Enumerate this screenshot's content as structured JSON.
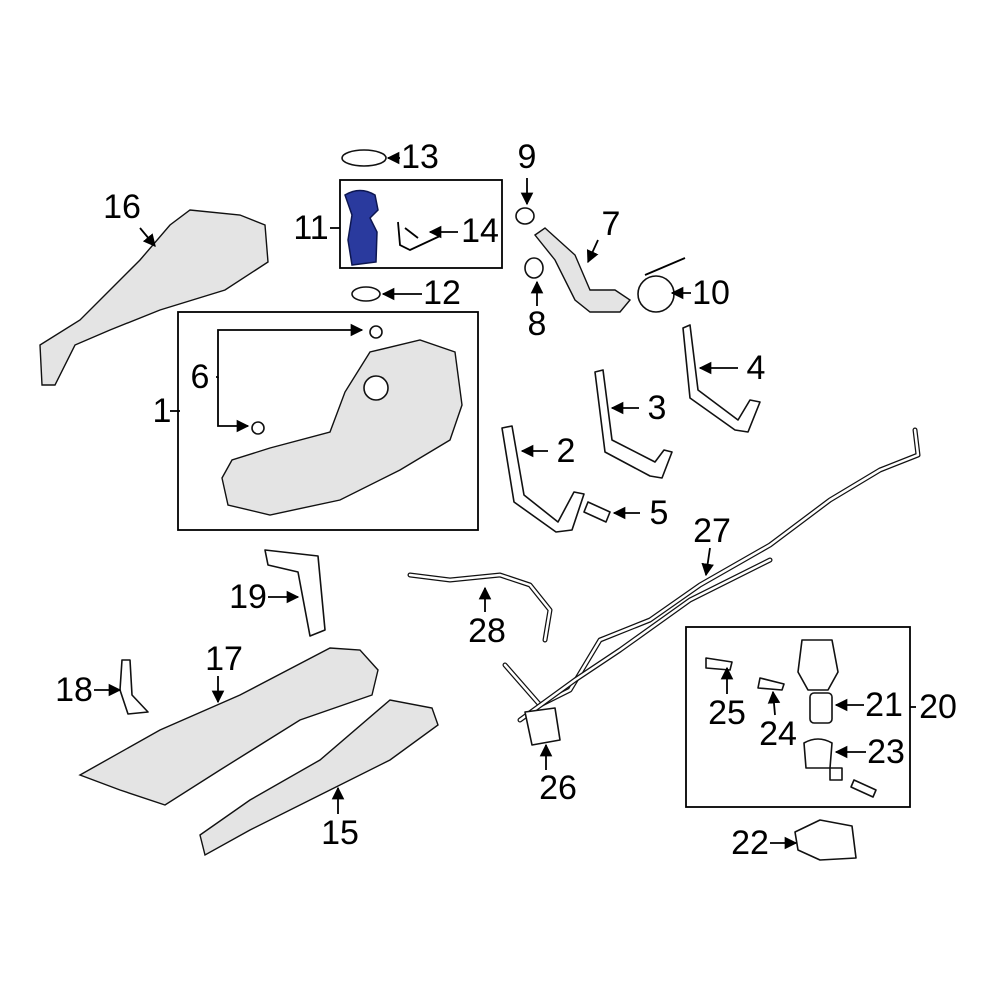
{
  "diagram": {
    "accent_color": "#2a3a9e",
    "highlighted_part": "11",
    "callouts": [
      "1",
      "2",
      "3",
      "4",
      "5",
      "6",
      "7",
      "8",
      "9",
      "10",
      "11",
      "12",
      "13",
      "14",
      "15",
      "16",
      "17",
      "18",
      "19",
      "20",
      "21",
      "22",
      "23",
      "24",
      "25",
      "26",
      "27",
      "28"
    ]
  }
}
